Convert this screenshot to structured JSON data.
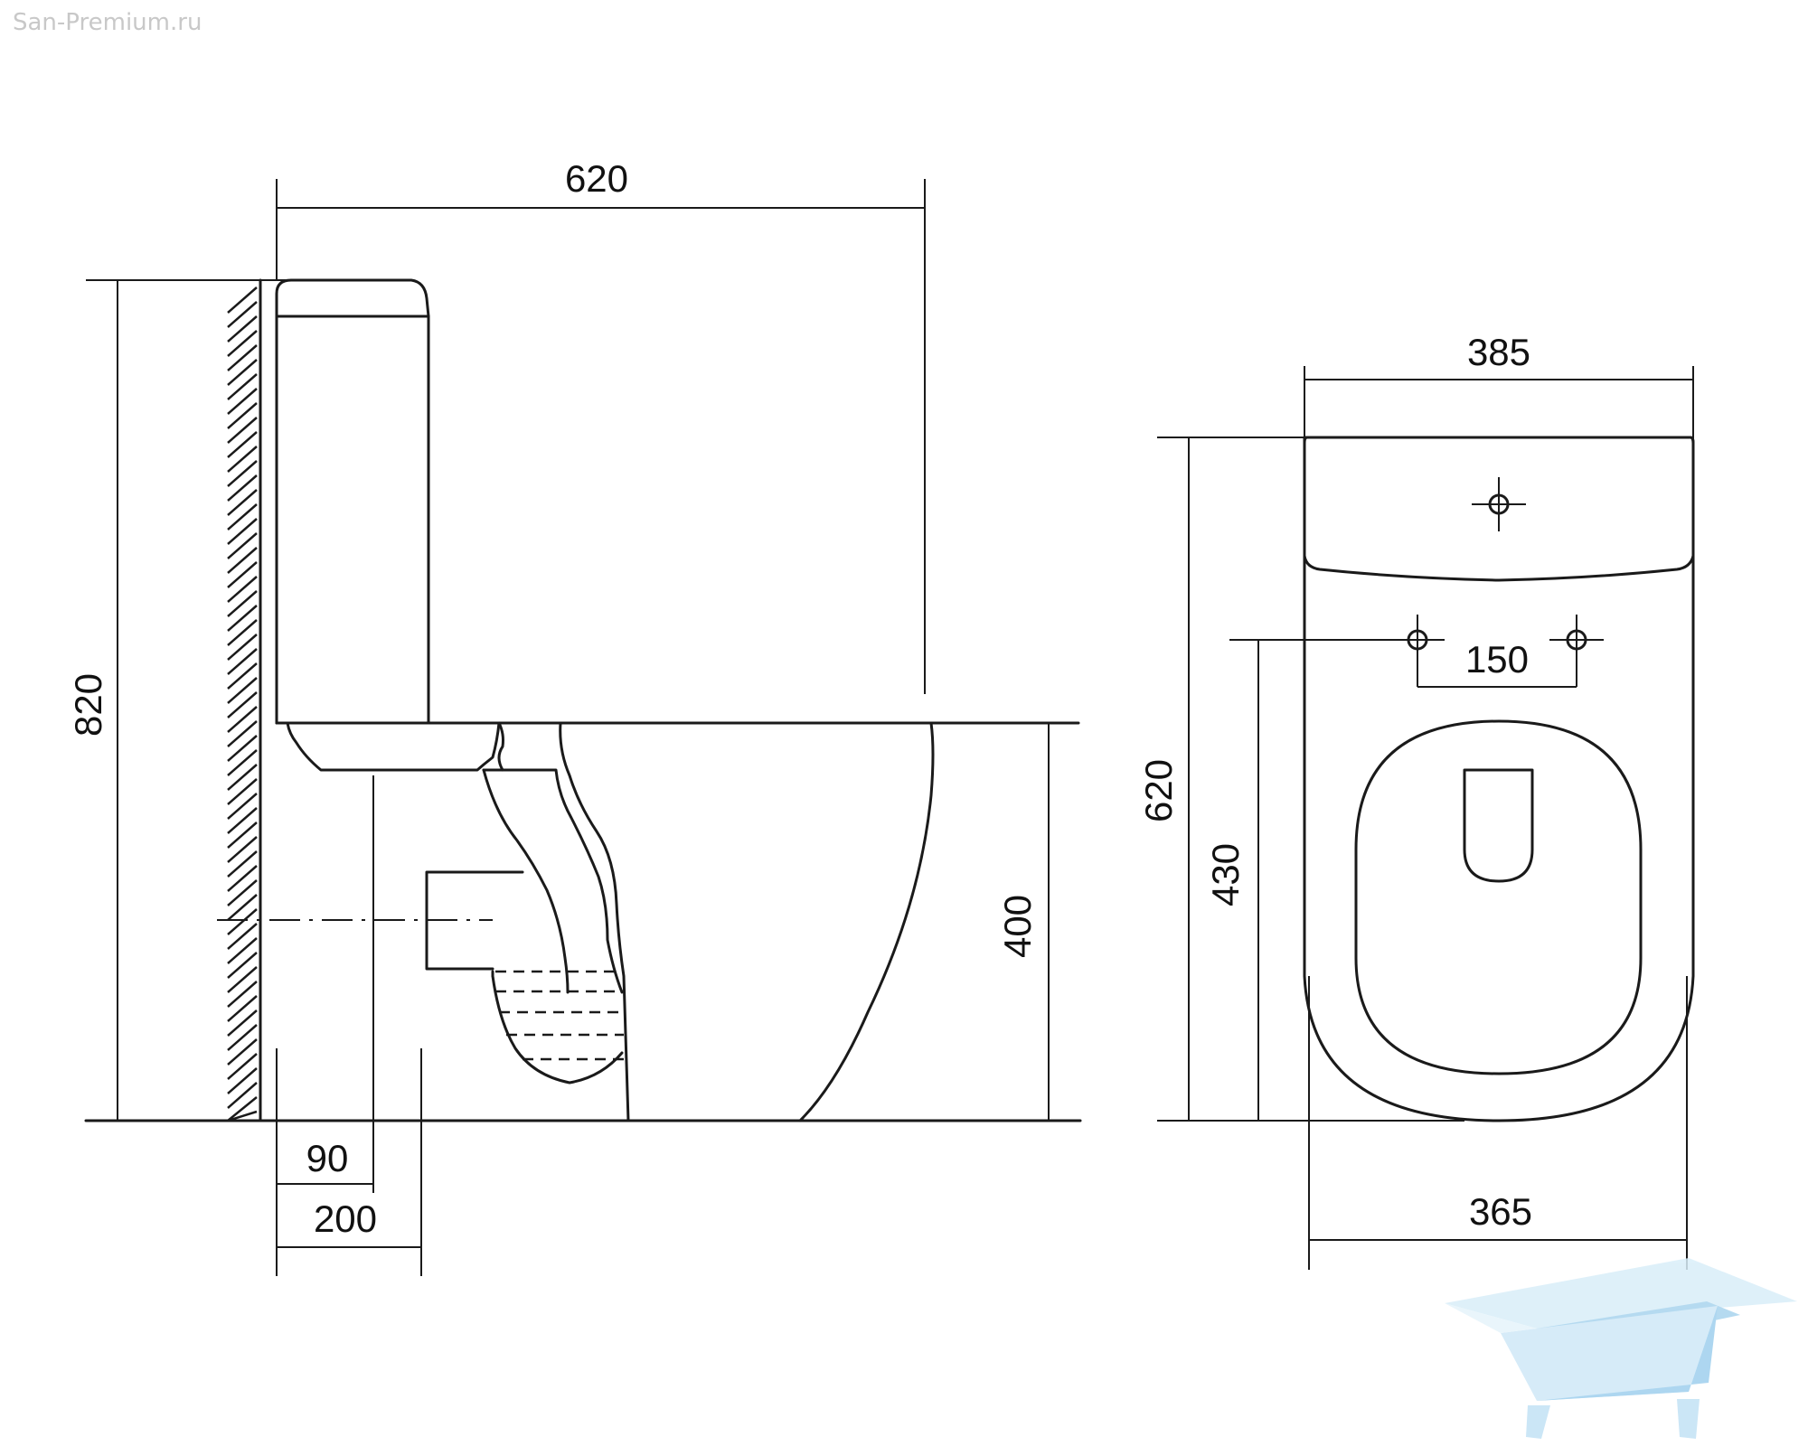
{
  "watermark": {
    "text": "San-Premium.ru",
    "color": "#c8c8c8"
  },
  "side_view": {
    "dim_width": "620",
    "dim_height": "820",
    "dim_seat_height": "400",
    "dim_outlet_90": "90",
    "dim_outlet_200": "200"
  },
  "top_view": {
    "dim_tank_width": "385",
    "dim_depth": "620",
    "dim_hole_offset": "430",
    "dim_hole_spacing": "150",
    "dim_base_width": "365"
  },
  "colors": {
    "line": "#1a1a1a",
    "logo": "#a9d4ee"
  },
  "logo_icon": "bathtub-logo-icon"
}
